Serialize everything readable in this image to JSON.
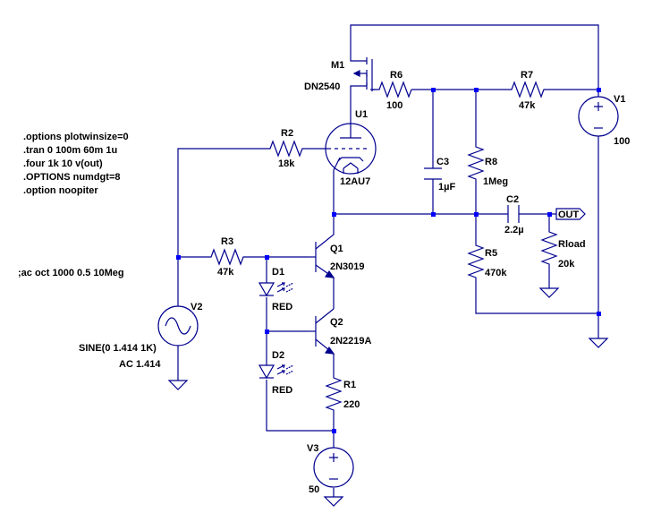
{
  "directives": [
    ".options plotwinsize=0",
    ".tran 0 100m 60m 1u",
    ".four 1k 10 v(out)",
    ".OPTIONS numdgt=8",
    ".option noopiter"
  ],
  "comment": ";ac oct 1000 0.5 10Meg",
  "components": {
    "M1": {
      "name": "M1",
      "value": "DN2540"
    },
    "U1": {
      "name": "U1",
      "value": "12AU7"
    },
    "R1": {
      "name": "R1",
      "value": "220"
    },
    "R2": {
      "name": "R2",
      "value": "18k"
    },
    "R3": {
      "name": "R3",
      "value": "47k"
    },
    "R5": {
      "name": "R5",
      "value": "470k"
    },
    "R6": {
      "name": "R6",
      "value": "100"
    },
    "R7": {
      "name": "R7",
      "value": "47k"
    },
    "R8": {
      "name": "R8",
      "value": "1Meg"
    },
    "Rload": {
      "name": "Rload",
      "value": "20k"
    },
    "C2": {
      "name": "C2",
      "value": "2.2µ"
    },
    "C3": {
      "name": "C3",
      "value": "1µF"
    },
    "Q1": {
      "name": "Q1",
      "value": "2N3019"
    },
    "Q2": {
      "name": "Q2",
      "value": "2N2219A"
    },
    "D1": {
      "name": "D1",
      "value": "RED"
    },
    "D2": {
      "name": "D2",
      "value": "RED"
    },
    "V1": {
      "name": "V1",
      "value": "100"
    },
    "V2": {
      "name": "V2",
      "value": "SINE(0 1.414 1K)",
      "value2": "AC 1.414"
    },
    "V3": {
      "name": "V3",
      "value": "50"
    }
  },
  "net_label": "OUT"
}
